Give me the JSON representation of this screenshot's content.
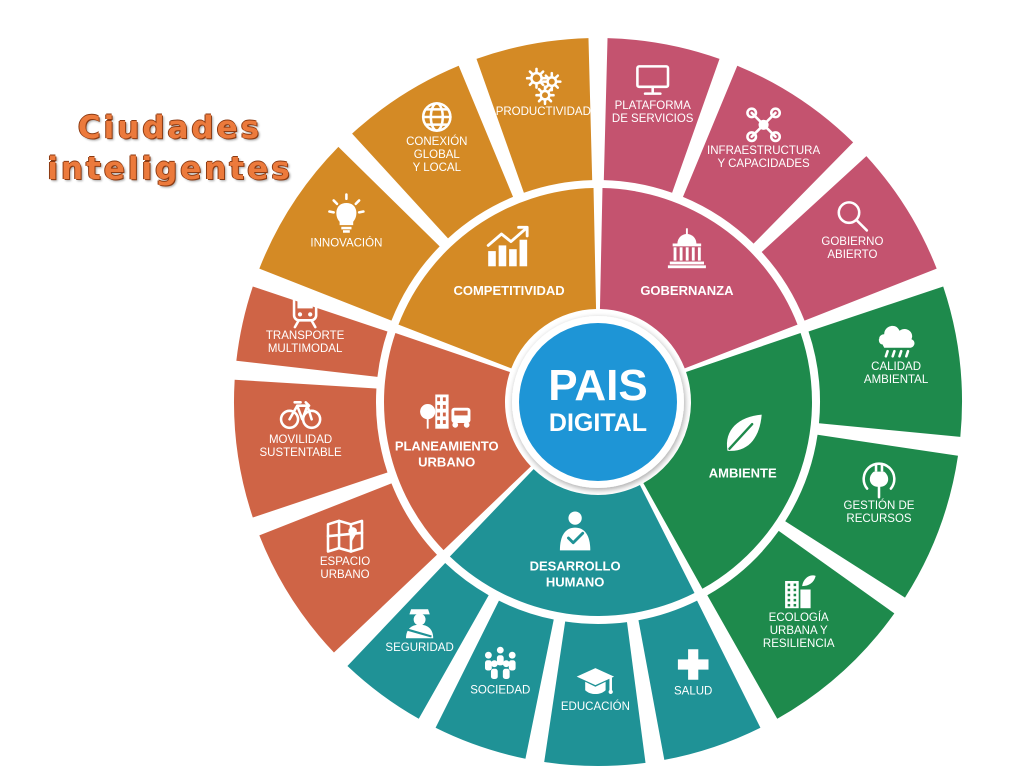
{
  "title": {
    "line1": "Ciudades",
    "line2": "inteligentes"
  },
  "center": {
    "line1": "PAIS",
    "line2": "DIGITAL",
    "color": "#1e95d6"
  },
  "groups": [
    {
      "key": "competitividad",
      "name": "COMPETITIVIDAD",
      "color": "#d48a25",
      "icon": "growth-chart-icon",
      "items": [
        {
          "label": [
            "INNOVACIÓN"
          ],
          "icon": "lightbulb-icon"
        },
        {
          "label": [
            "CONEXIÓN",
            "GLOBAL",
            "Y LOCAL"
          ],
          "icon": "globe-icon"
        },
        {
          "label": [
            "PRODUCTIVIDAD"
          ],
          "icon": "gears-icon"
        }
      ]
    },
    {
      "key": "gobernanza",
      "name": "GOBERNANZA",
      "color": "#c4536f",
      "icon": "capitol-icon",
      "items": [
        {
          "label": [
            "PLATAFORMA",
            "DE SERVICIOS"
          ],
          "icon": "monitor-icon"
        },
        {
          "label": [
            "INFRAESTRUCTURA",
            "Y CAPACIDADES"
          ],
          "icon": "network-icon"
        },
        {
          "label": [
            "GOBIERNO",
            "ABIERTO"
          ],
          "icon": "magnifier-icon"
        }
      ]
    },
    {
      "key": "ambiente",
      "name": "AMBIENTE",
      "color": "#1e8a4c",
      "icon": "leaf-icon",
      "items": [
        {
          "label": [
            "CALIDAD",
            "AMBIENTAL"
          ],
          "icon": "cloud-rain-icon"
        },
        {
          "label": [
            "GESTIÓN DE",
            "RECURSOS"
          ],
          "icon": "eco-plug-icon"
        },
        {
          "label": [
            "ECOLOGÍA",
            "URBANA Y",
            "RESILIENCIA"
          ],
          "icon": "green-building-icon"
        }
      ]
    },
    {
      "key": "desarrollo",
      "name": "DESARROLLO|HUMANO",
      "color": "#1f9296",
      "icon": "person-check-icon",
      "items": [
        {
          "label": [
            "SALUD"
          ],
          "icon": "medical-cross-icon"
        },
        {
          "label": [
            "EDUCACIÓN"
          ],
          "icon": "graduation-cap-icon"
        },
        {
          "label": [
            "SOCIEDAD"
          ],
          "icon": "people-group-icon"
        },
        {
          "label": [
            "SEGURIDAD"
          ],
          "icon": "police-officer-icon"
        }
      ]
    },
    {
      "key": "planeamiento",
      "name": "PLANEAMIENTO|URBANO",
      "color": "#cf6446",
      "icon": "city-icon",
      "items": [
        {
          "label": [
            "ESPACIO",
            "URBANO"
          ],
          "icon": "map-icon"
        },
        {
          "label": [
            "MOVILIDAD",
            "SUSTENTABLE"
          ],
          "icon": "bicycle-icon"
        },
        {
          "label": [
            "TRANSPORTE",
            "MULTIMODAL"
          ],
          "icon": "train-icon"
        }
      ]
    }
  ]
}
